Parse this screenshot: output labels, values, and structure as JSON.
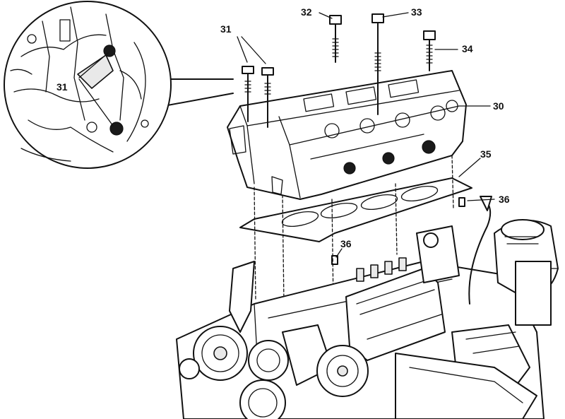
{
  "callouts": {
    "c30": "30",
    "c31": "31",
    "c31_detail": "31",
    "c32": "32",
    "c33": "33",
    "c34": "34",
    "c35": "35",
    "c36_right": "36",
    "c36_left": "36"
  },
  "colors": {
    "line": "#111111",
    "background": "#ffffff"
  }
}
